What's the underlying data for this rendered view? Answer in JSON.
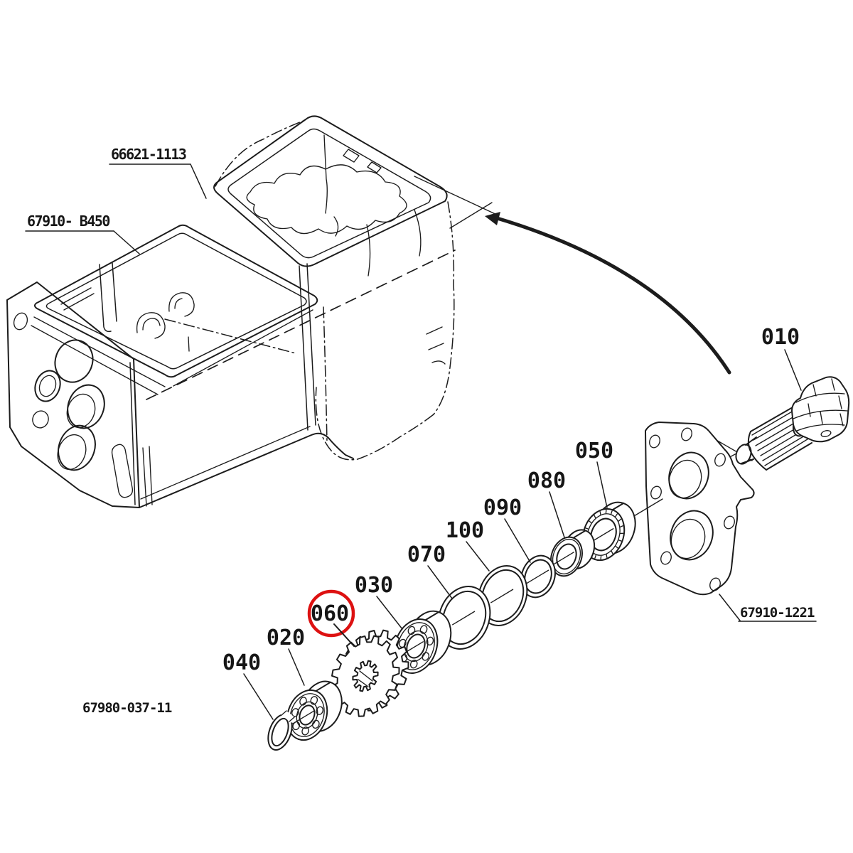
{
  "diagram": {
    "kind": "exploded-parts-diagram",
    "drawing_number": "67980-037-11",
    "highlighted_callout": "060",
    "colors": {
      "line": "#1c1c1c",
      "highlight_red": "#dd1111",
      "background": "#ffffff"
    },
    "callouts": {
      "010": "010",
      "020": "020",
      "030": "030",
      "040": "040",
      "050": "050",
      "060": "060",
      "070": "070",
      "080": "080",
      "090": "090",
      "100": "100"
    },
    "part_numbers": {
      "upper_gearcase": "66621-1113",
      "gearcase": "67910- B450",
      "cover_plate": "67910-1221"
    }
  }
}
